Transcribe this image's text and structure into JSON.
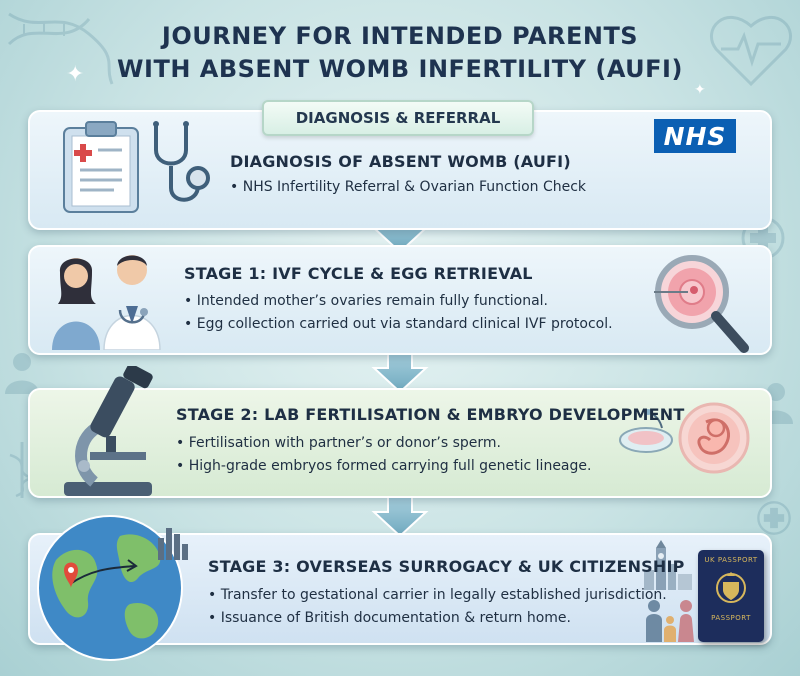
{
  "title": {
    "line1": "JOURNEY FOR INTENDED PARENTS",
    "line2": "WITH ABSENT WOMB INFERTILITY (AUFI)"
  },
  "banner": "DIAGNOSIS & REFERRAL",
  "nhs_logo": "NHS",
  "stages": [
    {
      "heading": "DIAGNOSIS OF ABSENT WOMB (AUFI)",
      "bullets": [
        "NHS Infertility Referral & Ovarian Function Check"
      ],
      "icons": [
        "clipboard-icon",
        "stethoscope-icon"
      ]
    },
    {
      "heading": "STAGE 1: IVF CYCLE & EGG RETRIEVAL",
      "bullets": [
        "Intended mother’s ovaries remain fully functional.",
        "Egg collection carried out via standard clinical IVF protocol."
      ],
      "icons": [
        "couple-with-doctor-icon",
        "egg-magnifier-icon"
      ]
    },
    {
      "heading": "STAGE 2: LAB FERTILISATION & EMBRYO DEVELOPMENT",
      "bullets": [
        "Fertilisation with partner’s or donor’s sperm.",
        "High-grade embryos formed carrying full genetic lineage."
      ],
      "icons": [
        "microscope-icon",
        "petri-dish-icon",
        "embryo-icon"
      ]
    },
    {
      "heading": "STAGE 3: OVERSEAS SURROGACY & UK CITIZENSHIP",
      "bullets": [
        "Transfer to gestational carrier in legally established jurisdiction.",
        "Issuance of British documentation & return home."
      ],
      "icons": [
        "globe-icon",
        "london-skyline-icon",
        "family-icon",
        "passport-icon"
      ]
    }
  ],
  "passport": {
    "top_text": "UK PASSPORT",
    "bottom_text": "PASSPORT"
  },
  "colors": {
    "title": "#1e3350",
    "nhs_blue": "#0b5fb3",
    "arrow": "#7fb5c9",
    "card_green": "#d6ead3",
    "card_blue": "#d8e9f3"
  }
}
